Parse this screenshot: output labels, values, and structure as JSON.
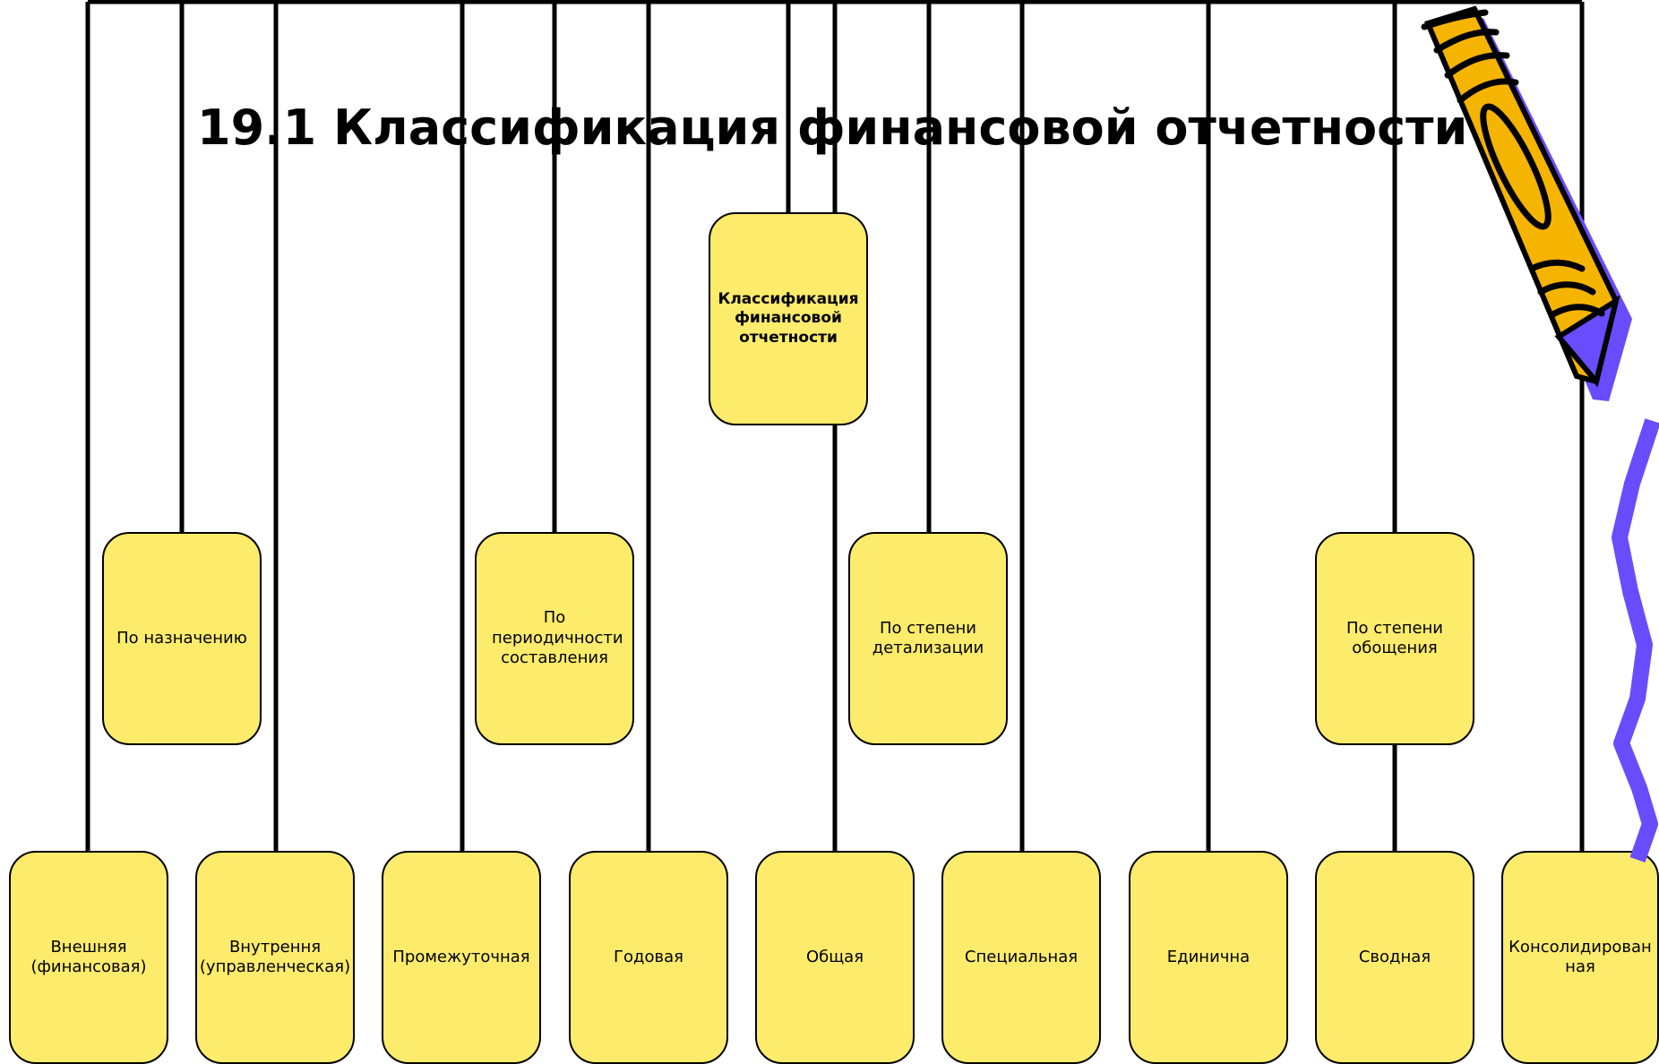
{
  "title": "19.1 Классификация финансовой отчетности",
  "root": "Классификация финансовой отчетности",
  "categories": [
    "По назначению",
    "По периодичности составления",
    "По степени детализации",
    "По степени обощения"
  ],
  "leaves": [
    "Внешняя (финансовая)",
    "Внутрення (управленческая)",
    "Промежуточная",
    "Годовая",
    "Общая",
    "Специальная",
    "Единична",
    "Сводная",
    "Консолидирован ная"
  ],
  "colors": {
    "box_fill": "#fdeb6b",
    "pencil_body": "#f5b400",
    "pencil_shadow": "#6a4cff"
  },
  "decoration_icon": "pencil-icon"
}
